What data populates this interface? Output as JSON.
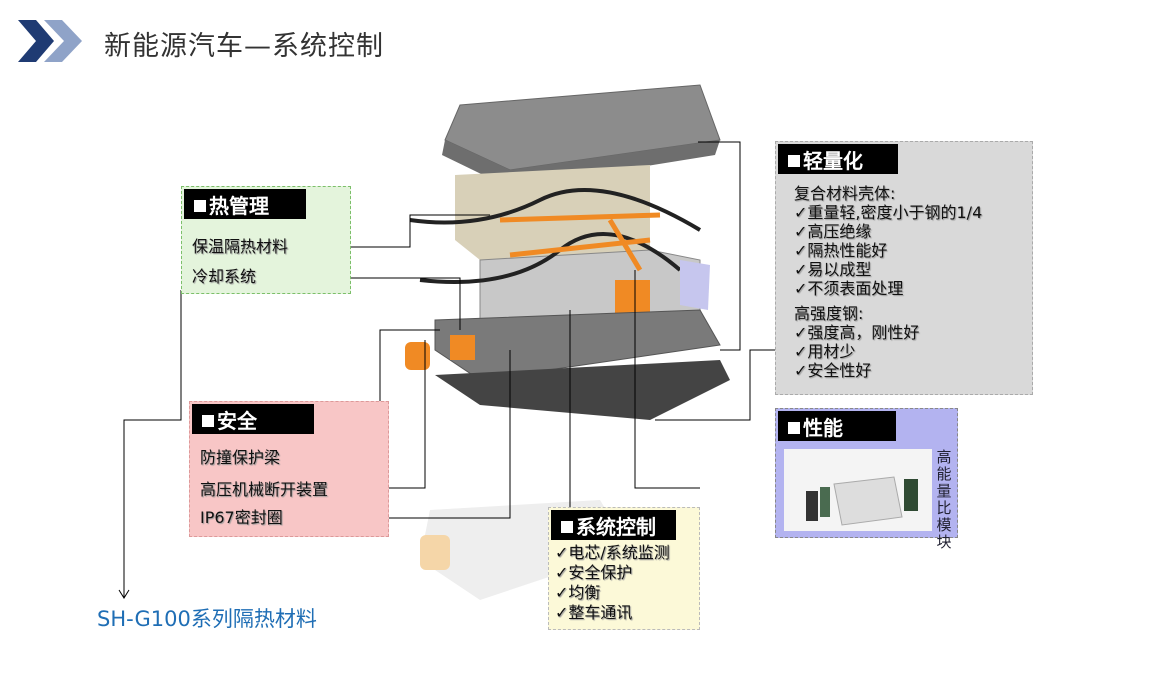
{
  "header": {
    "title": "新能源汽车—系统控制",
    "icon": "double-chevron-icon",
    "accent": "#1f3b73"
  },
  "thermal": {
    "title": "热管理",
    "items": [
      "保温隔热材料",
      "冷却系统"
    ],
    "color": "#e4f4dc"
  },
  "safety": {
    "title": "安全",
    "items": [
      "防撞保护梁",
      "高压机械断开装置",
      "IP67密封圈"
    ],
    "color": "#f8c6c6"
  },
  "control": {
    "title": "系统控制",
    "items": [
      "✓电芯/系统监测",
      "✓安全保护",
      "✓均衡",
      "✓整车通讯"
    ],
    "color": "#fcf9d8"
  },
  "lightweight": {
    "title": "轻量化",
    "composite_heading": "复合材料壳体:",
    "composite_items": [
      "✓重量轻,密度小于钢的1/4",
      "✓高压绝缘",
      "✓隔热性能好",
      "✓易以成型",
      "✓不须表面处理"
    ],
    "steel_heading": "高强度钢:",
    "steel_items": [
      "✓强度高，刚性好",
      "✓用材少",
      "✓安全性好"
    ],
    "color": "#d9d9d9"
  },
  "performance": {
    "title": "性能",
    "side_label": "高能量比模块",
    "color": "#b3b3f0"
  },
  "footer": {
    "link_text": "SH-G100系列隔热材料",
    "color": "#1f6eb5"
  }
}
